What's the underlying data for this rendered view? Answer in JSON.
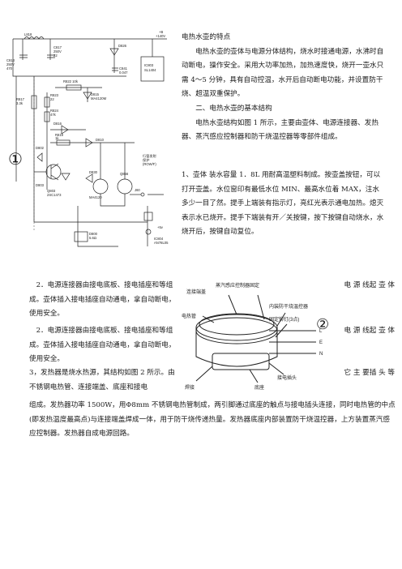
{
  "doc": {
    "heading": "电热水壶的特点",
    "intro": "电热水壶的壶体与电源分体结构，烧水时接通电源，水沸时自动断电，操作安全。采用大功率加热，加热速度快，烧开一壶水只需 4～5 分钟，具有自动控温，水开后自动断电功能，并设置防干烧、超温双重保护。",
    "section2_title": "二、电热水壶的基本结构",
    "section2_para": "电热水壶结构如图 1 所示，主要由壶体、电源连接器、发热器、蒸汽感应控制器和防干烧温控器等零部件组成。",
    "item1": "1、壶体 装水容量 1．8L 用耐高温塑料制成。按壶盖按钮，可以打开壶盖。水位窗印有最低水位 MIN、最高水位着 MAX，注水多少一目了然。提手上端装有指示灯，亮红光表示通电加热。熄灭表示水已烧开。提手下端装有开／关按键，按下按键自动烧水，水烧开后，按键自动复位。",
    "item2a_left": "2．电源连接器由接电底板、接电插座和等组成。壶体插入接电插座自动通电，拿自动断电，使用安全。",
    "item2a_right": "电 源 线起 壶 体",
    "item2b_left": "2．电源连接器由接电底板、接电插座和等组成。壶体插入接电插座自动通电，拿自动断电，使用安全。",
    "item2b_right": "电 源 线起 壶 体",
    "item3_left": "3，发热器是烧水热源，其结构如图 2 所示。由不锈钢电热管、连接端盖、底座和接电",
    "item3_right": "它 主 要插 头 等",
    "item3_full": "组成。发热器功率 1500W，用Φ8mm 不锈钢电热管制成，两引脚通过底座的触点与接电插头连接，同时电热管的中点(即发热温度最高点)与连接端盖焊成一体，用于防干烧传递热量。发热器底座内部装置防干烧温控器，上方装置蒸汽感应控制器。发热器自成电源回路。"
  },
  "figure1": {
    "number": "①",
    "labels": {
      "l818": "L818",
      "c813": "C813",
      "c813v": "250V",
      "c813c": "470",
      "c817": "C817",
      "c817v": "250V",
      "c817c": "22",
      "d826": "D826",
      "c841": "C841",
      "c841c": "0.047",
      "plus": "+B",
      "vplus": "+140V",
      "ic": "IC803",
      "ic2": "SL1404",
      "r822": "R822 10k",
      "d815": "D815",
      "d815b": "MA4120M",
      "r817": "R817",
      "r817v": "3.3k",
      "r823": "R823",
      "r823v": "22",
      "r824": "R824",
      "r824v": "47k",
      "d816": "D816",
      "r819": "R819",
      "r819v": "1k",
      "d810": "D810",
      "d802": "D802",
      "d803": "D803",
      "q803": "Q803",
      "q803b": "2SC1473",
      "d830": "D830",
      "d830b": "MA4120",
      "q856": "Q856",
      "row": "行管发射",
      "row2": "保护",
      "row3": "(ROW/F)",
      "j60": "J60",
      "vb": "+5v",
      "ic804": "IC804",
      "ic804b": "AN78L05",
      "d800": "D800",
      "d800b": "5.6Ω"
    }
  },
  "figure2": {
    "number": "②",
    "labels": {
      "top1": "蒸汽感应控制器固定",
      "top2": "连接端盖",
      "left1": "电热管",
      "right1": "内装防干烧温控器",
      "right2": "固定铆钉(3点)",
      "L": "L",
      "E": "E",
      "N": "N",
      "plug": "接电插头",
      "base": "底座",
      "hand": "焊接"
    }
  }
}
